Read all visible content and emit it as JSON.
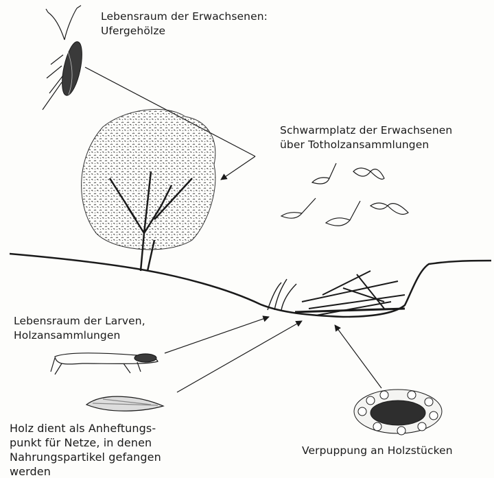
{
  "labels": {
    "adult_habitat": [
      "Lebensraum der Erwachsenen:",
      "Ufergehölze"
    ],
    "swarm_site": [
      "Schwarmplatz der Erwachsenen",
      "über Totholzansammlungen"
    ],
    "larva_habitat": [
      "Lebensraum der Larven,",
      "Holzansammlungen"
    ],
    "wood_function": [
      "Holz dient als Anheftungs-",
      "punkt für Netze, in denen",
      "Nahrungspartikel gefangen",
      "werden"
    ],
    "pupation": [
      "Verpuppung an Holzstücken"
    ]
  },
  "colors": {
    "ink": "#1a1a1a",
    "paper": "#fdfdfb"
  }
}
